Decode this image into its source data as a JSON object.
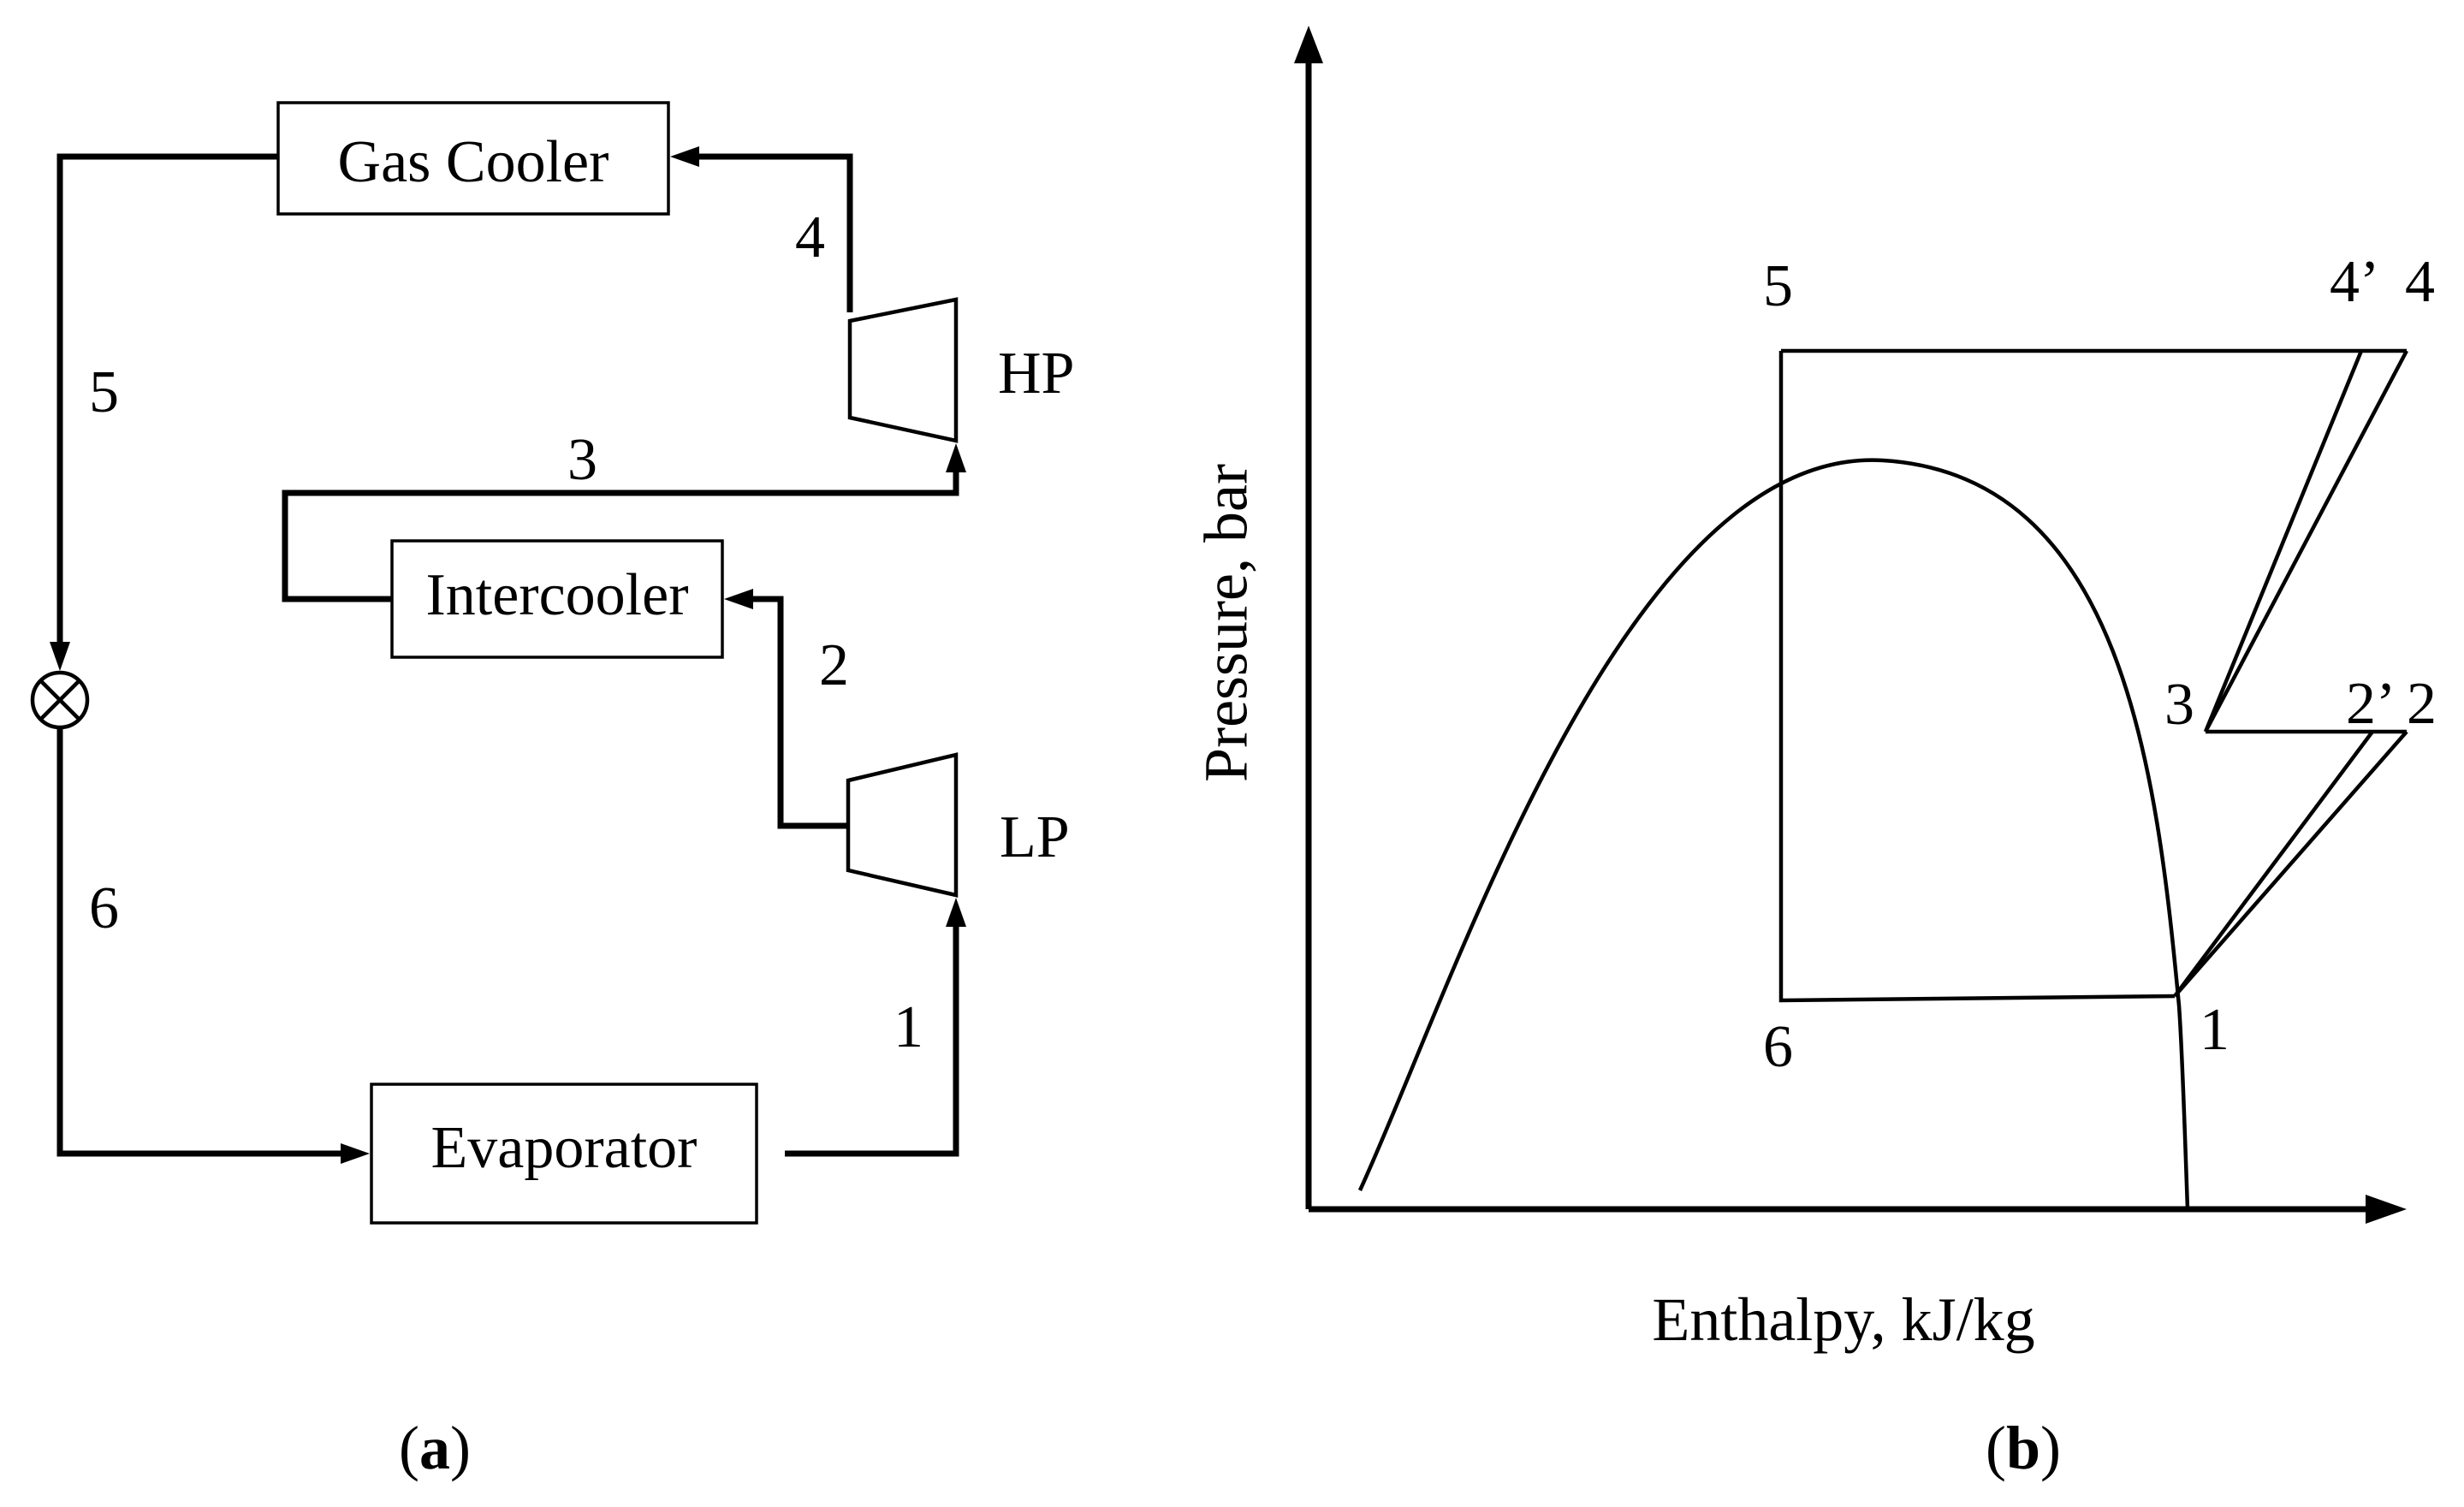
{
  "panel_a": {
    "components": {
      "gas_cooler": "Gas Cooler",
      "intercooler": "Intercooler",
      "evaporator": "Evaporator",
      "hp_compressor": "HP",
      "lp_compressor": "LP"
    },
    "states": [
      "1",
      "2",
      "3",
      "4",
      "5",
      "6"
    ],
    "caption": {
      "open": "(",
      "letter": "a",
      "close": ")"
    }
  },
  "panel_b": {
    "ylabel": "Pressure, bar",
    "xlabel": "Enthalpy, kJ/kg",
    "states": {
      "s1": "1",
      "s2p": "2’",
      "s2": "2",
      "s3": "3",
      "s4p": "4’",
      "s4": "4",
      "s5": "5",
      "s6": "6"
    },
    "caption": {
      "open": "(",
      "letter": "b",
      "close": ")"
    }
  }
}
